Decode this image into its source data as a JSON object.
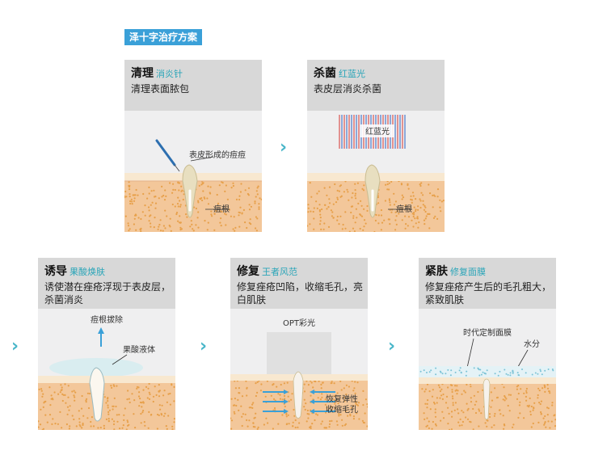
{
  "header": {
    "title": "泽十字治疗方案"
  },
  "cards": [
    {
      "title": "清理",
      "subtitle": "消炎针",
      "desc": "清理表面脓包",
      "labels": {
        "top": "表皮形成的痘痘",
        "bottom": "痘根"
      }
    },
    {
      "title": "杀菌",
      "subtitle": "红蓝光",
      "desc": "表皮层消炎杀菌",
      "labels": {
        "light": "红蓝光",
        "bottom": "痘根"
      }
    },
    {
      "title": "诱导",
      "subtitle": "果酸焕肤",
      "desc": "诱使潜在痤疮浮现于表皮层，杀菌消炎",
      "labels": {
        "top": "痘根拔除",
        "liquid": "果酸液体"
      }
    },
    {
      "title": "修复",
      "subtitle": "王者风范",
      "desc": "修复痤疮凹陷，收缩毛孔，亮白肌肤",
      "labels": {
        "light": "OPT彩光",
        "line1": "恢复弹性",
        "line2": "收缩毛孔"
      }
    },
    {
      "title": "紧肤",
      "subtitle": "修复面膜",
      "desc": "修复痤疮产生后的毛孔粗大，紧致肌肤",
      "labels": {
        "mask": "时代定制面膜",
        "water": "水分"
      }
    }
  ],
  "arrow_glyph": "›",
  "colors": {
    "accent": "#3aa0d8",
    "teal": "#2aa5b8",
    "skin": "#f3c79a",
    "dots": "#e7a04a",
    "top_layer": "#f8e8d0",
    "pimple": "#e8dfc0"
  }
}
